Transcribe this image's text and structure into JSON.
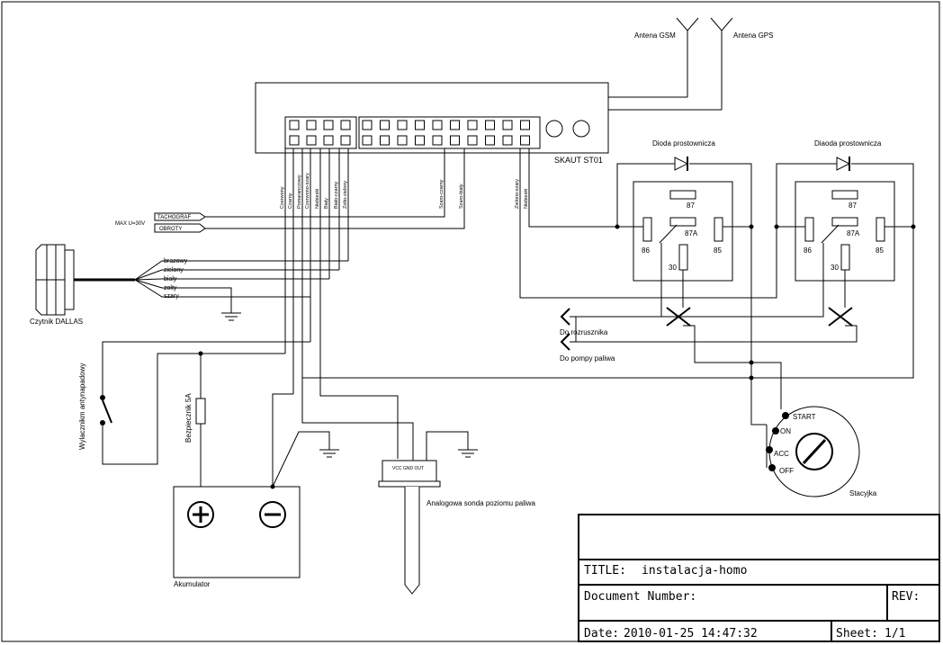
{
  "antennas": {
    "gsm": "Antena GSM",
    "gps": "Antena GPS"
  },
  "device": {
    "name": "SKAUT ST01"
  },
  "relays": [
    {
      "title": "Dioda prostownicza",
      "pins": {
        "p87": "87",
        "p87a": "87A",
        "p86": "86",
        "p85": "85",
        "p30": "30"
      }
    },
    {
      "title": "Diaoda prostownicza",
      "pins": {
        "p87": "87",
        "p87a": "87A",
        "p86": "86",
        "p85": "85",
        "p30": "30"
      }
    }
  ],
  "wire_labels_left": [
    "Czerwony",
    "Czarny",
    "Pomaranczowy",
    "Czerwono-szary",
    "Niebieski",
    "Bialy",
    "Bialo-czarny",
    "Zolto-zielony"
  ],
  "wire_labels_mid": [
    "Szaro-czarny",
    "Szaro-bialy"
  ],
  "wire_labels_right": [
    "Zielono-szary",
    "Niebieski"
  ],
  "inputs": {
    "max_label": "MAX U=30V",
    "tachograf": "TACHOGRAF",
    "obroty": "OBROTY"
  },
  "dallas": {
    "label": "Czytnik DALLAS",
    "wires": [
      "brazowy",
      "zielony",
      "bialy",
      "zolty",
      "szary"
    ]
  },
  "outputs": {
    "starter": "Do rozrusznika",
    "pump": "Do pompy paliwa"
  },
  "switch_label": "Wylacznikm antynapadowy",
  "fuse_label": "Bezpiecznik 5A",
  "battery": {
    "label": "Akumulator",
    "plus": "+",
    "minus": "−"
  },
  "sensor": {
    "connector": "VCC GND OUT",
    "label": "Analogowa sonda poziomu paliwa"
  },
  "ignition": {
    "label": "Stacyjka",
    "positions": [
      "START",
      "ON",
      "ACC",
      "OFF"
    ]
  },
  "title_block": {
    "title_key": "TITLE:",
    "title_value": "instalacja-homo",
    "docnum_key": "Document Number:",
    "rev_key": "REV:",
    "date_key": "Date:",
    "date_value": "2010-01-25 14:47:32",
    "sheet_key": "Sheet:",
    "sheet_value": "1/1"
  }
}
